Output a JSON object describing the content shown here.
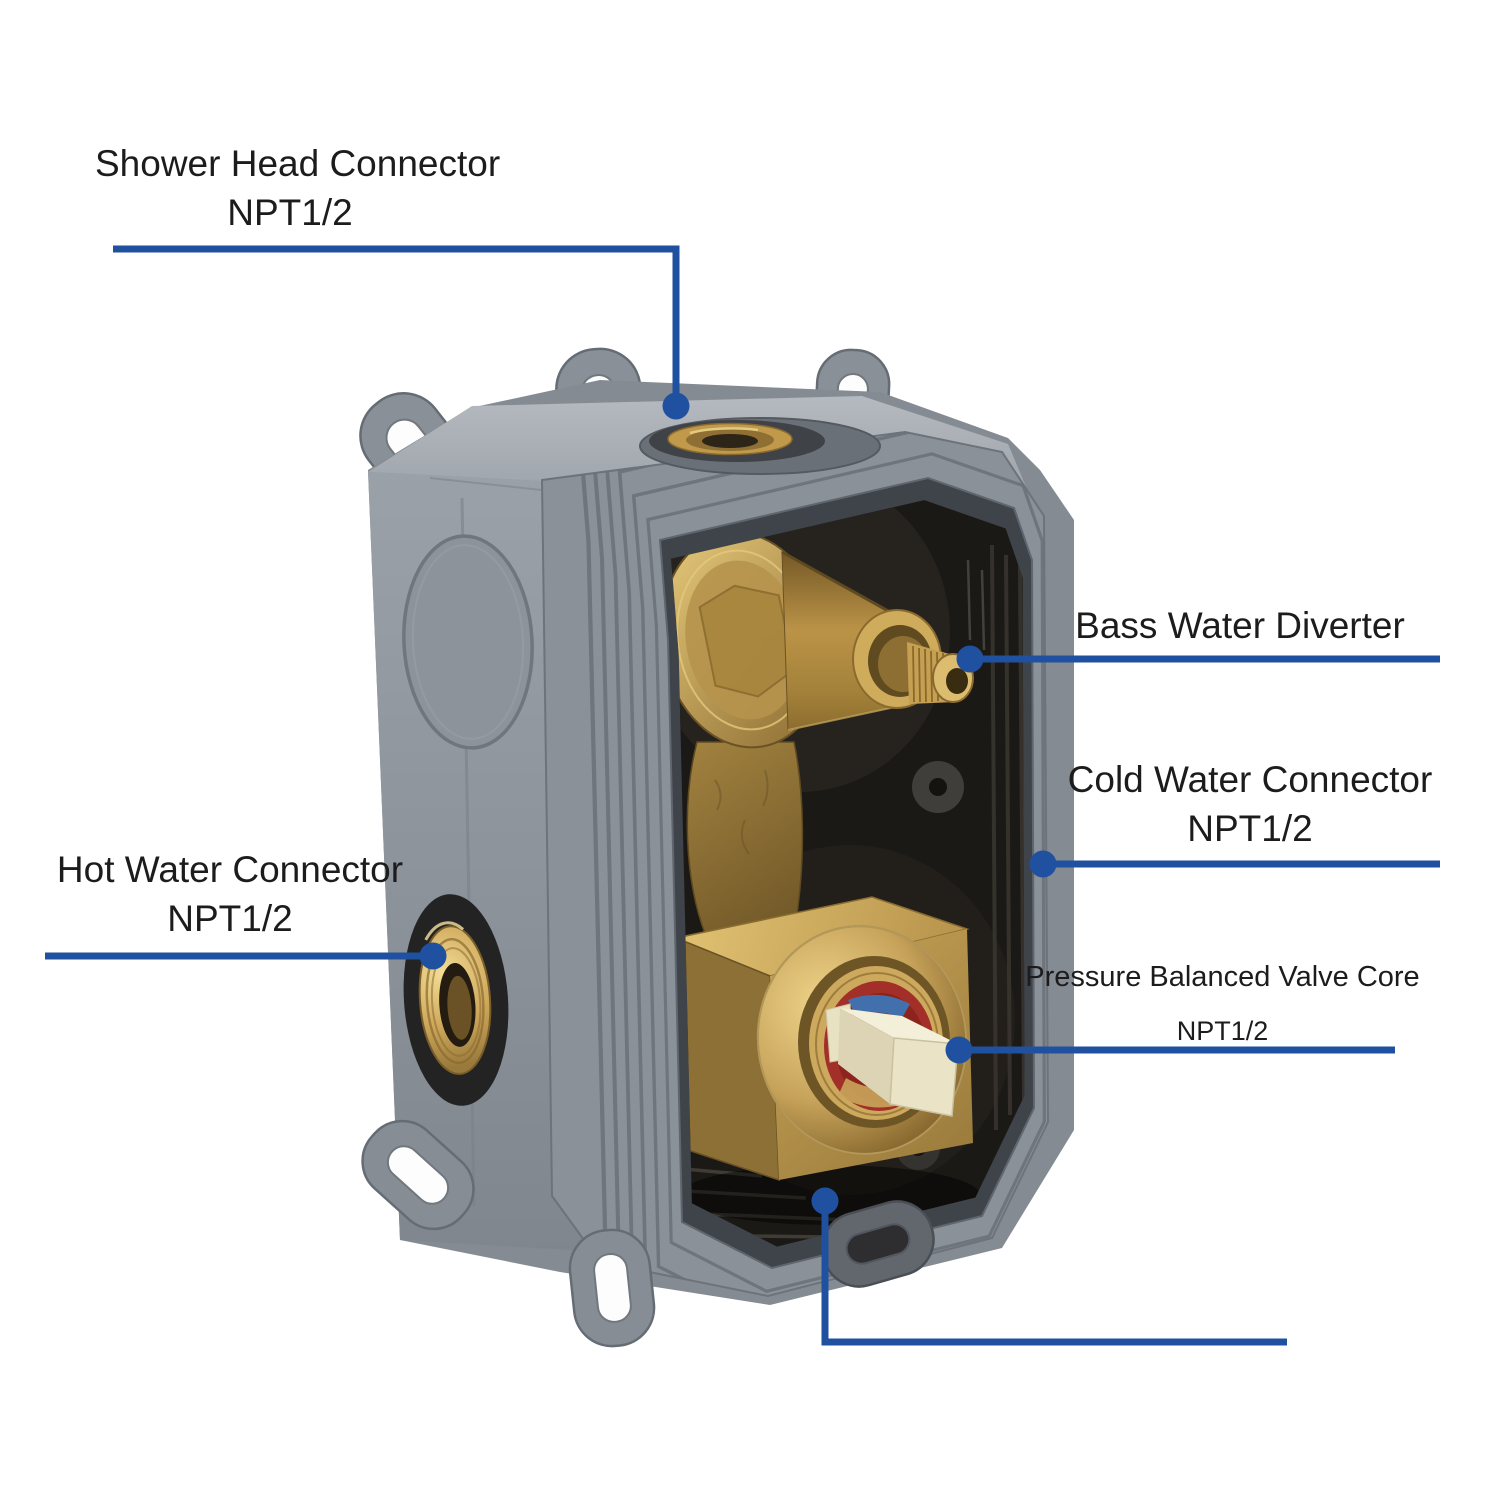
{
  "diagram": {
    "background": "#ffffff",
    "callout_color": "#2051a0",
    "text_color": "#1c1c1c",
    "box_gray": "#8b9199",
    "brass": "#c7a35a",
    "labels": {
      "shower_head": {
        "title": "Shower Head Connector",
        "subtitle": "NPT1/2"
      },
      "bass_diverter": {
        "title": "Bass Water Diverter"
      },
      "cold_water": {
        "title": "Cold Water Connector",
        "subtitle": "NPT1/2"
      },
      "hot_water": {
        "title": "Hot Water Connector",
        "subtitle": "NPT1/2"
      },
      "valve_core": {
        "title": "Pressure Balanced Valve Core",
        "subtitle": "NPT1/2"
      }
    }
  }
}
